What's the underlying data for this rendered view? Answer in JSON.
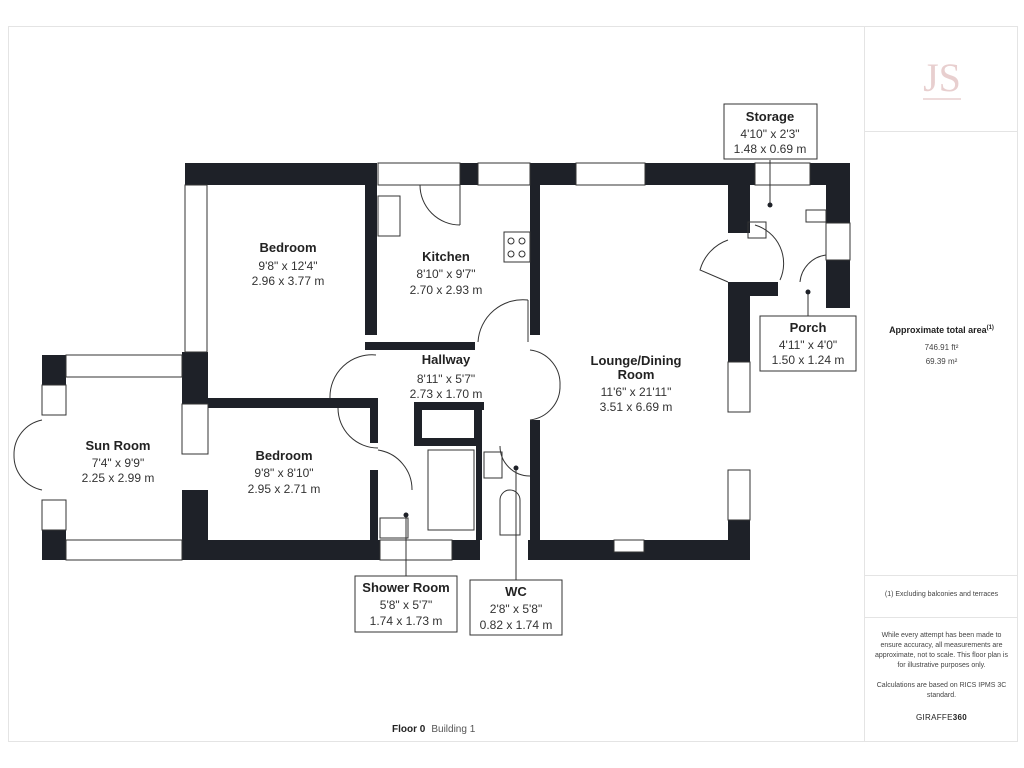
{
  "rooms": {
    "bedroom1": {
      "name": "Bedroom",
      "imperial": "9'8\" x 12'4\"",
      "metric": "2.96 x 3.77 m"
    },
    "kitchen": {
      "name": "Kitchen",
      "imperial": "8'10\" x 9'7\"",
      "metric": "2.70 x 2.93 m"
    },
    "hallway": {
      "name": "Hallway",
      "imperial": "8'11\" x 5'7\"",
      "metric": "2.73 x 1.70 m"
    },
    "lounge": {
      "name_line1": "Lounge/Dining",
      "name_line2": "Room",
      "imperial": "11'6\" x 21'11\"",
      "metric": "3.51 x 6.69 m"
    },
    "sunroom": {
      "name": "Sun Room",
      "imperial": "7'4\" x 9'9\"",
      "metric": "2.25 x 2.99 m"
    },
    "bedroom2": {
      "name": "Bedroom",
      "imperial": "9'8\" x 8'10\"",
      "metric": "2.95 x 2.71 m"
    },
    "storage": {
      "name": "Storage",
      "imperial": "4'10\" x 2'3\"",
      "metric": "1.48 x 0.69 m"
    },
    "porch": {
      "name": "Porch",
      "imperial": "4'11\" x 4'0\"",
      "metric": "1.50 x 1.24 m"
    },
    "shower": {
      "name": "Shower Room",
      "imperial": "5'8\" x 5'7\"",
      "metric": "1.74 x 1.73 m"
    },
    "wc": {
      "name": "WC",
      "imperial": "2'8\" x 5'8\"",
      "metric": "0.82 x 1.74 m"
    }
  },
  "sidebar": {
    "logo_text": "JS",
    "area_title": "Approximate total area",
    "area_title_sup": "(1)",
    "area_ft": "746.91 ft²",
    "area_m": "69.39 m²",
    "exclusion_note": "(1) Excluding balconies and terraces",
    "disclaimer": "While every attempt has been made to ensure accuracy, all measurements are approximate, not to scale. This floor plan is for illustrative purposes only.",
    "calc_note": "Calculations are based on RICS IPMS 3C standard.",
    "brand_a": "GIRAFFE",
    "brand_b": "360"
  },
  "footer": {
    "floor": "Floor 0",
    "building": "Building 1"
  },
  "colors": {
    "wall": "#1e2128",
    "line": "#333333",
    "logo": "#e8cfcf"
  }
}
